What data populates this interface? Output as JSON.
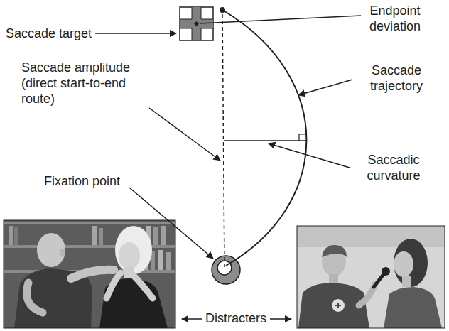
{
  "diagram": {
    "labels": [
      "Saccade target",
      "Endpoint deviation",
      "Saccade amplitude (direct start-to-end route)",
      "Saccade trajectory",
      "Saccadic curvature",
      "Fixation point",
      "Distracters"
    ]
  }
}
